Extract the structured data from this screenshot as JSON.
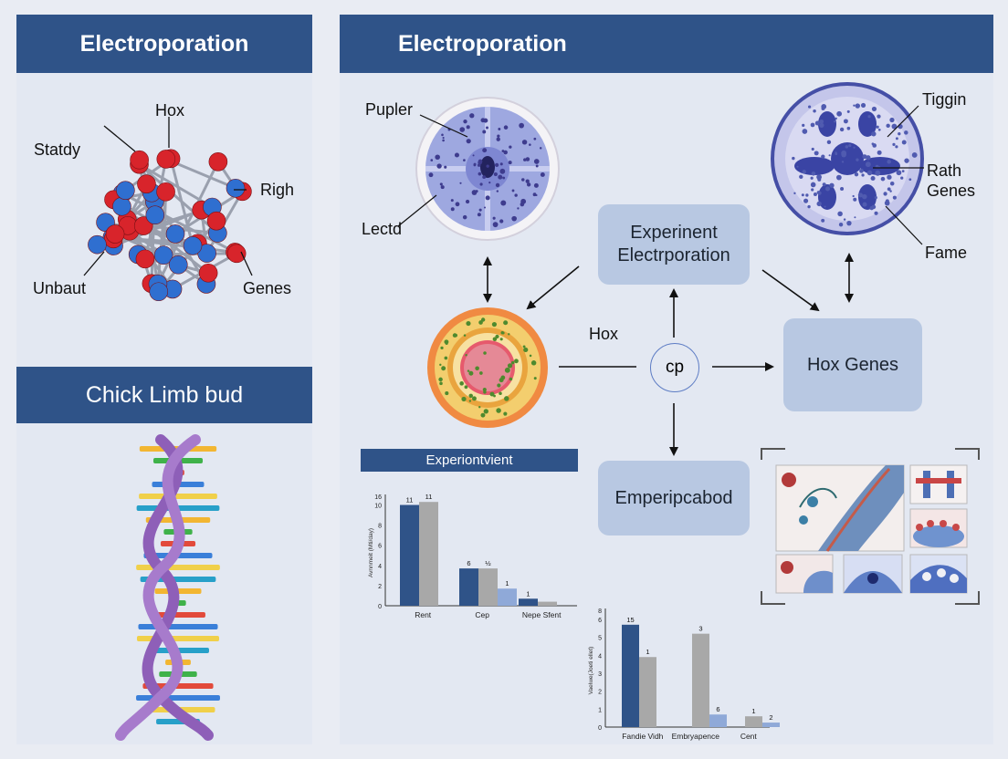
{
  "left_panel": {
    "title_top": "Electroporation",
    "title_bottom": "Chick Limb bud",
    "molecule_labels": {
      "top": "Hox",
      "left_top": "Statdy",
      "right": "Righ",
      "left_bottom": "Unbaut",
      "right_bottom": "Genes"
    }
  },
  "main_panel": {
    "title": "Electroporation",
    "labels": {
      "pupler": "Pupler",
      "lectd": "Lectd",
      "tiggin": "Tiggin",
      "rath_genes": "Rath\nGenes",
      "fame": "Fame",
      "hox": "Hox",
      "cp": "cp"
    },
    "boxes": {
      "experiment": "Experinent\nElectrporation",
      "hox_genes": "Hox Genes",
      "emperipcabod": "Emperipcabod"
    },
    "chart_banner": "Experiontvient"
  },
  "chart_data": [
    {
      "type": "bar",
      "categories": [
        "Rent",
        "Cep",
        "Nepe Sfent"
      ],
      "series": [
        {
          "values": [
            10,
            3.7,
            0.7
          ],
          "color": "#2f5388"
        },
        {
          "values": [
            10.3,
            3.7,
            0.4
          ],
          "color": "#a8a8a8"
        },
        {
          "values": [
            null,
            1.7,
            null
          ],
          "color": "#8fa9d8"
        }
      ],
      "data_labels": [
        "11",
        "11",
        "6",
        "½",
        "1",
        "1"
      ],
      "yticks": [
        0,
        2,
        4,
        6,
        8,
        10,
        16
      ],
      "ylabel": "Avnnmeit (Mti/day)"
    },
    {
      "type": "bar",
      "categories": [
        "Fandie Vidh",
        "Embryapence",
        "Cent"
      ],
      "series": [
        {
          "values": [
            5.7
          ],
          "color": "#2f5388"
        },
        {
          "values": [
            3.9,
            5.2,
            0.6
          ],
          "color": "#a8a8a8"
        },
        {
          "values": [
            null,
            0.7,
            0.25
          ],
          "color": "#8fa9d8"
        }
      ],
      "data_labels": [
        "15",
        "1",
        "3",
        "6",
        "1",
        "2"
      ],
      "yticks": [
        0,
        1,
        2,
        3,
        4,
        5,
        6,
        8
      ],
      "ylabel": "Vaelwe(Joeti ellet)"
    }
  ]
}
